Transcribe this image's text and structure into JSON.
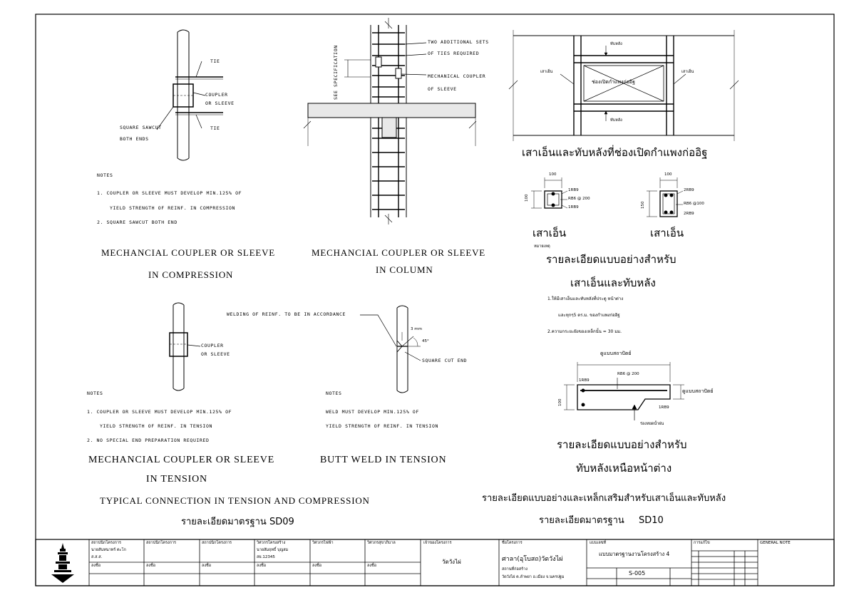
{
  "detail_a": {
    "tie_top": "TIE",
    "coupler_1": "COUPLER",
    "coupler_2": "OR SLEEVE",
    "sawcut_1": "SQUARE SAWCUT",
    "sawcut_2": "BOTH ENDS",
    "tie_bottom": "TIE",
    "notes_title": "NOTES",
    "note_1_a": "1.   COUPLER OR SLEEVE MUST DEVELOP MIN.125% OF",
    "note_1_b": "YIELD STRENGTH OF REINF. IN COMPRESSION",
    "note_2": "2.   SQUARE SAWCUT BOTH END",
    "title_1": "MECHANCIAL COUPLER OR SLEEVE",
    "title_2": "IN COMPRESSION"
  },
  "detail_b": {
    "spec_vertical": "SEE SPECIFICATION",
    "ties_1": "TWO ADDITIONAL SETS",
    "ties_2": "OF TIES REQUIRED",
    "coupler_1": "MECHANICAL COUPLER",
    "coupler_2": "OF SLEEVE",
    "title_1": "MECHANCIAL COUPLER OR SLEEVE",
    "title_2": "IN COLUMN"
  },
  "detail_c": {
    "beam_top": "ทับหลัง",
    "beam_bottom": "ทับหลัง",
    "column_left": "เสาเอ็น",
    "column_right": "เสาเอ็น",
    "opening": "ช่องเปิดกำแพงก่ออิฐ",
    "title": "เสาเอ็นและทับหลังที่ช่องเปิดกำแพงก่ออิฐ"
  },
  "detail_d": {
    "dim_w_1": "100",
    "dim_h_1": "100",
    "bar_1a": "1RB9",
    "bar_1b": "RB6 @ 200",
    "bar_1c": "1RB9",
    "dim_w_2": "100",
    "dim_h_2": "150",
    "bar_2a": "2RB9",
    "bar_2b": "RB6 @100",
    "bar_2c": "2RB9",
    "label_1": "เสาเอ็น",
    "label_2": "เสาเอ็น",
    "remark": "หมายเหตุ",
    "title_1": "รายละเอียดแบบอย่างสำหรับ",
    "title_2": "เสาเอ็นและทับหลัง",
    "note_1_a": "1.ให้มีเสาเอ็นและทับหลังที่ประตู หน้าต่าง",
    "note_1_b": "และทุกๆ5 ตร.ม. ของกำแพงก่ออิฐ",
    "note_2": "2.ความกระยะฝังของเหล็กนั้น = 30 มม."
  },
  "detail_e": {
    "wall_top": "ดูแบบสถาปัตย์",
    "stirrup": "RB6 @ 200",
    "bar_top": "1RB9",
    "wall_side": "ดูแบบสถาปัตย์",
    "dim_h": "100",
    "bar_bottom": "1RB9",
    "drip": "ร่องหยดน้ำฝน",
    "title_1": "รายละเอียดแบบอย่างสำหรับ",
    "title_2": "ทับหลังเหนือหน้าต่าง"
  },
  "detail_f": {
    "coupler_1": "COUPLER",
    "coupler_2": "OR SLEEVE",
    "notes_title": "NOTES",
    "note_1_a": "1.   COUPLER OR SLEEVE MUST DEVELOP MIN.125% OF",
    "note_1_b": "YIELD STRENGTH OF REINF. IN TENSION",
    "note_2": "2.   NO SPECIAL END PREPARATION REQUIRED",
    "title_1": "MECHANCIAL COUPLER OR SLEEVE",
    "title_2": "IN TENSION"
  },
  "detail_g": {
    "welding": "WELDING OF REINF. TO BE IN ACCORDANCE",
    "gap": "3 mm",
    "angle": "45°",
    "cut": "SQUARE CUT END",
    "notes_title": "NOTES",
    "note_1_a": "WELD MUST DEVELOP MIN.125% OF",
    "note_1_b": "YIELD STRENGTH OF REINF. IN TENSION",
    "title": "BUTT WELD IN TENSION"
  },
  "summary": {
    "left_1": "TYPICAL CONNECTION IN TENSION AND COMPRESSION",
    "left_2": "รายละเอียดมาตรฐาน SD09",
    "right_1": "รายละเอียดแบบอย่างและเหล็กเสริมสำหรับเสาเอ็นและทับหลัง",
    "right_2": "รายละเอียดมาตรฐาน",
    "right_code": "SD10"
  },
  "title_block": {
    "c1_h": "สถาปนิกโครงการ",
    "c1_v": "นายสันทนาทร์ ตะโก",
    "c1_s": "ส.ส.ส.",
    "c2_h": "สถาปนิกโครงการ",
    "c3_h": "สถาปนิกโครงการ",
    "c4_h": "วิศวกรโครงสร้าง",
    "c4_v": "นายสัมฤทธิ์ บุญสม",
    "c4_s": "สย.12345",
    "c5_h": "วิศวกรไฟฟ้า",
    "c6_h": "วิศวกรสุขาภิบาล",
    "c7_h": "เจ้าของโครงการ",
    "c7_v": "วัดวังไผ่",
    "c8_h": "ชื่อโครงการ",
    "c8_v": "ศาลา(อุโบสถ)วัดวังไผ่",
    "c8_s1": "สถานที่ก่อสร้าง",
    "c8_s2": "วัดวังไผ่ ต.ลำพยา อ.เมือง จ.นครปฐม",
    "c9_h": "แบบเลขที่",
    "c9_v": "แบบมาตรฐานงานโครงสร้าง 4",
    "c9_code": "S-005",
    "c10_h": "การแก้ไข",
    "c11_h": "GENERAL NOTE",
    "sign": "ลงชื่อ"
  }
}
